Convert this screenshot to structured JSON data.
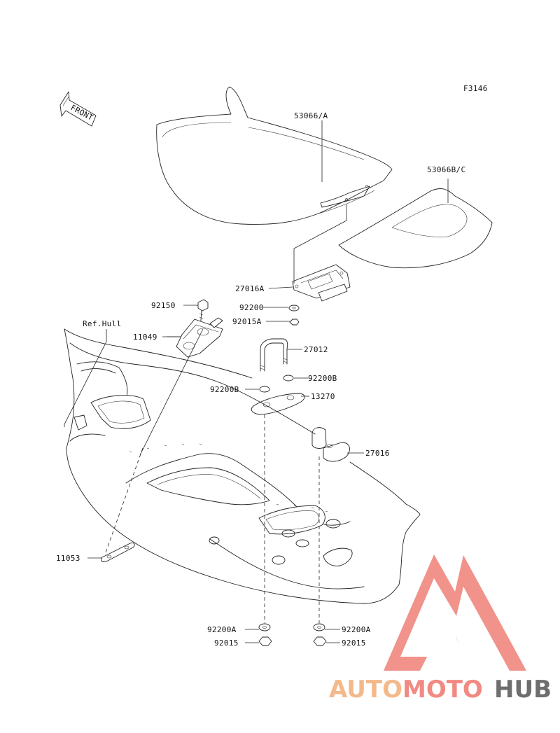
{
  "figure_code": "F3146",
  "front_arrow_label": "FRONT",
  "reference_label": "Ref.Hull",
  "parts": {
    "seat_front": "53066/A",
    "seat_rear": "53066B/C",
    "seat_latch": "27016A",
    "washer_latch": "92200",
    "nut_latch": "92015A",
    "bolt_bracket": "92150",
    "bracket": "11049",
    "u_bolt": "27012",
    "washer_b_left": "92200B",
    "washer_b_right": "92200B",
    "plate": "13270",
    "striker": "27016",
    "gasket": "11053",
    "washer_a_left": "92200A",
    "washer_a_right": "92200A",
    "nut_left": "92015",
    "nut_right": "92015"
  },
  "watermark": {
    "part1": "AUTO",
    "part2": "MOTO",
    "part3": "HUB",
    "color_auto": "#f4b98a",
    "color_moto": "#f08a82",
    "color_hub": "#6e6e6e",
    "logo_color": "#f08a82"
  }
}
